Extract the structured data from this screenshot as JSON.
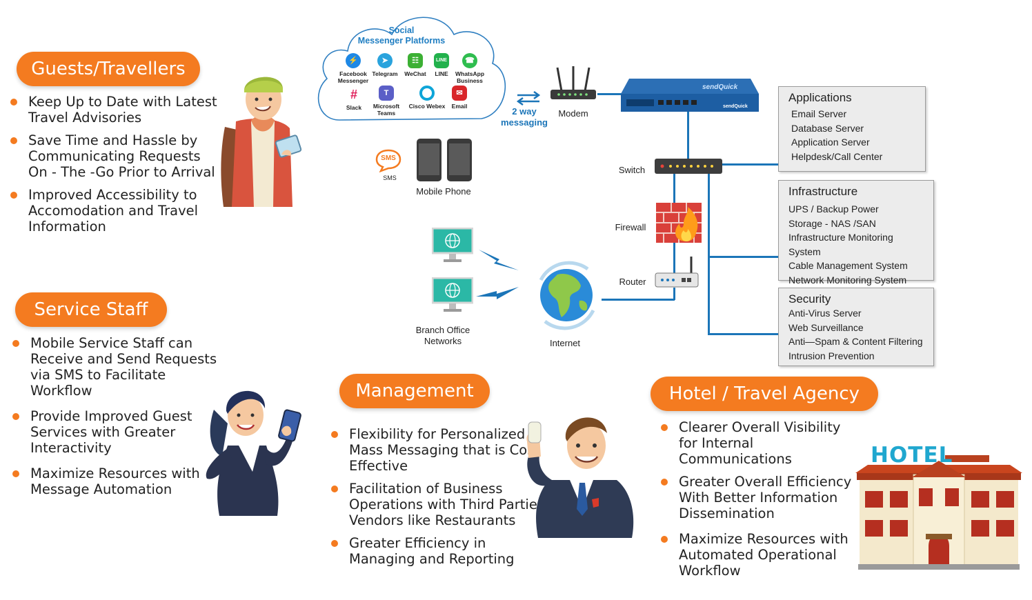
{
  "cloud": {
    "title_line1": "Social",
    "title_line2": "Messenger Platforms",
    "apps": [
      {
        "label1": "Facebook",
        "label2": "Messenger",
        "icon": "messenger-icon",
        "color": "#1e88e5"
      },
      {
        "label1": "Telegram",
        "label2": "",
        "icon": "telegram-icon",
        "color": "#2aa3dd"
      },
      {
        "label1": "WeChat",
        "label2": "",
        "icon": "wechat-icon",
        "color": "#3cb034"
      },
      {
        "label1": "LINE",
        "label2": "",
        "icon": "line-icon",
        "color": "#22b14c"
      },
      {
        "label1": "WhatsApp",
        "label2": "Business",
        "icon": "whatsapp-icon",
        "color": "#2fbd4f"
      },
      {
        "label1": "Slack",
        "label2": "",
        "icon": "slack-icon",
        "color": "#e01e5a"
      },
      {
        "label1": "Microsoft",
        "label2": "Teams",
        "icon": "teams-icon",
        "color": "#5b5fc7"
      },
      {
        "label1": "Cisco Webex",
        "label2": "",
        "icon": "webex-icon",
        "color": "#0ea5d8"
      },
      {
        "label1": "Email",
        "label2": "",
        "icon": "email-icon",
        "color": "#d9262a"
      }
    ]
  },
  "network": {
    "two_way_line1": "2 way",
    "two_way_line2": "messaging",
    "modem": "Modem",
    "switch": "Switch",
    "firewall": "Firewall",
    "router": "Router",
    "internet": "Internet",
    "sms": "SMS",
    "sms_bubble": "SMS",
    "mobile_phone": "Mobile Phone",
    "branch_line1": "Branch Office",
    "branch_line2": "Networks",
    "device_brand": "sendQuick",
    "line_color": "#1b75b8"
  },
  "boxes": {
    "applications": {
      "title": "Applications",
      "items": [
        "Email Server",
        "Database Server",
        "Application Server",
        "Helpdesk/Call Center"
      ]
    },
    "infrastructure": {
      "title": "Infrastructure",
      "items": [
        "UPS / Backup Power",
        "Storage - NAS /SAN",
        "Infrastructure Monitoring System",
        "Cable Management System",
        "Network Monitoring System"
      ]
    },
    "security": {
      "title": "Security",
      "items": [
        "Anti-Virus Server",
        "Web Surveillance",
        "Anti—Spam & Content Filtering",
        "Intrusion Prevention"
      ]
    }
  },
  "guests": {
    "title": "Guests/Travellers",
    "items": [
      "Keep Up to Date with Latest Travel Advisories",
      "Save Time and Hassle by Communicating Requests On - The -Go Prior to Arrival",
      "Improved Accessibility to Accomodation and Travel Information"
    ]
  },
  "service": {
    "title": "Service Staff",
    "items": [
      "Mobile Service Staff can Receive and Send Requests via SMS to Facilitate Workflow",
      "Provide Improved Guest Services with Greater Interactivity",
      "Maximize Resources with Message Automation"
    ]
  },
  "management": {
    "title": "Management",
    "items": [
      "Flexibility for Personalized Mass Messaging that is Cost Effective",
      "Facilitation of Business Operations with Third Parties Vendors like Restaurants",
      "Greater Efficiency in Managing and Reporting"
    ]
  },
  "hotel": {
    "title": "Hotel / Travel Agency",
    "items": [
      "Clearer Overall Visibility for Internal Communications",
      "Greater Overall Efficiency With Better Information Dissemination",
      "Maximize Resources with Automated Operational Workflow"
    ],
    "sign": "HOTEL"
  },
  "colors": {
    "accent": "#f47b20",
    "network_blue": "#1b75b8"
  }
}
